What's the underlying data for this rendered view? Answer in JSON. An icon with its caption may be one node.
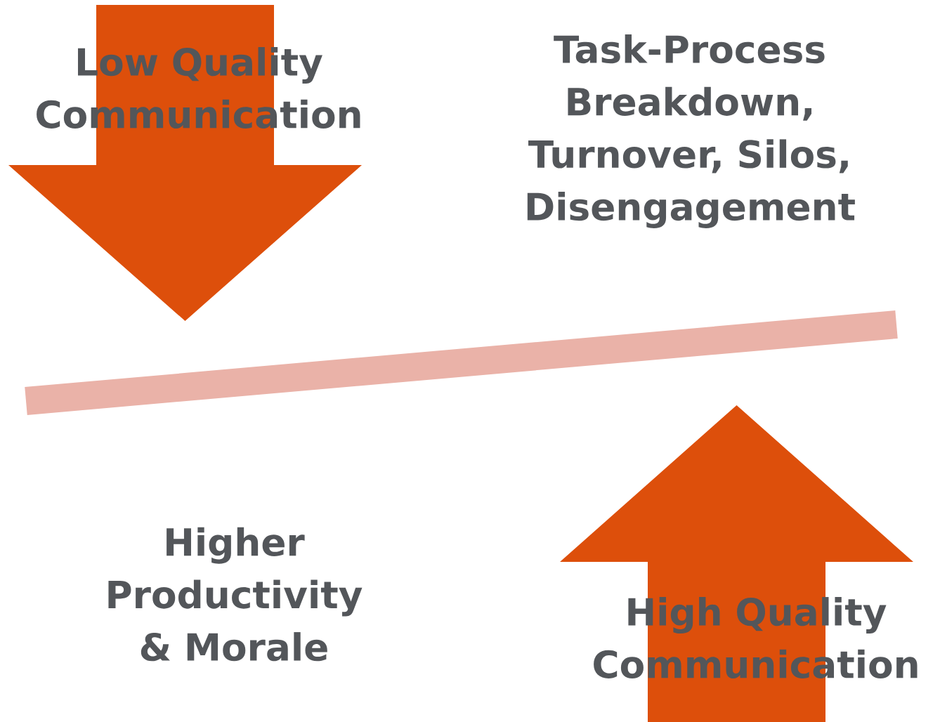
{
  "diagram": {
    "nodes": [
      {
        "text": [
          "Low Quality Communication"
        ]
      },
      {
        "text": [
          "High Quality Communication"
        ]
      }
    ],
    "labels": [
      "Task-Process Breakdown, Turnover, Silos, Disengagement",
      "Higher Productivity & Morale"
    ]
  }
}
